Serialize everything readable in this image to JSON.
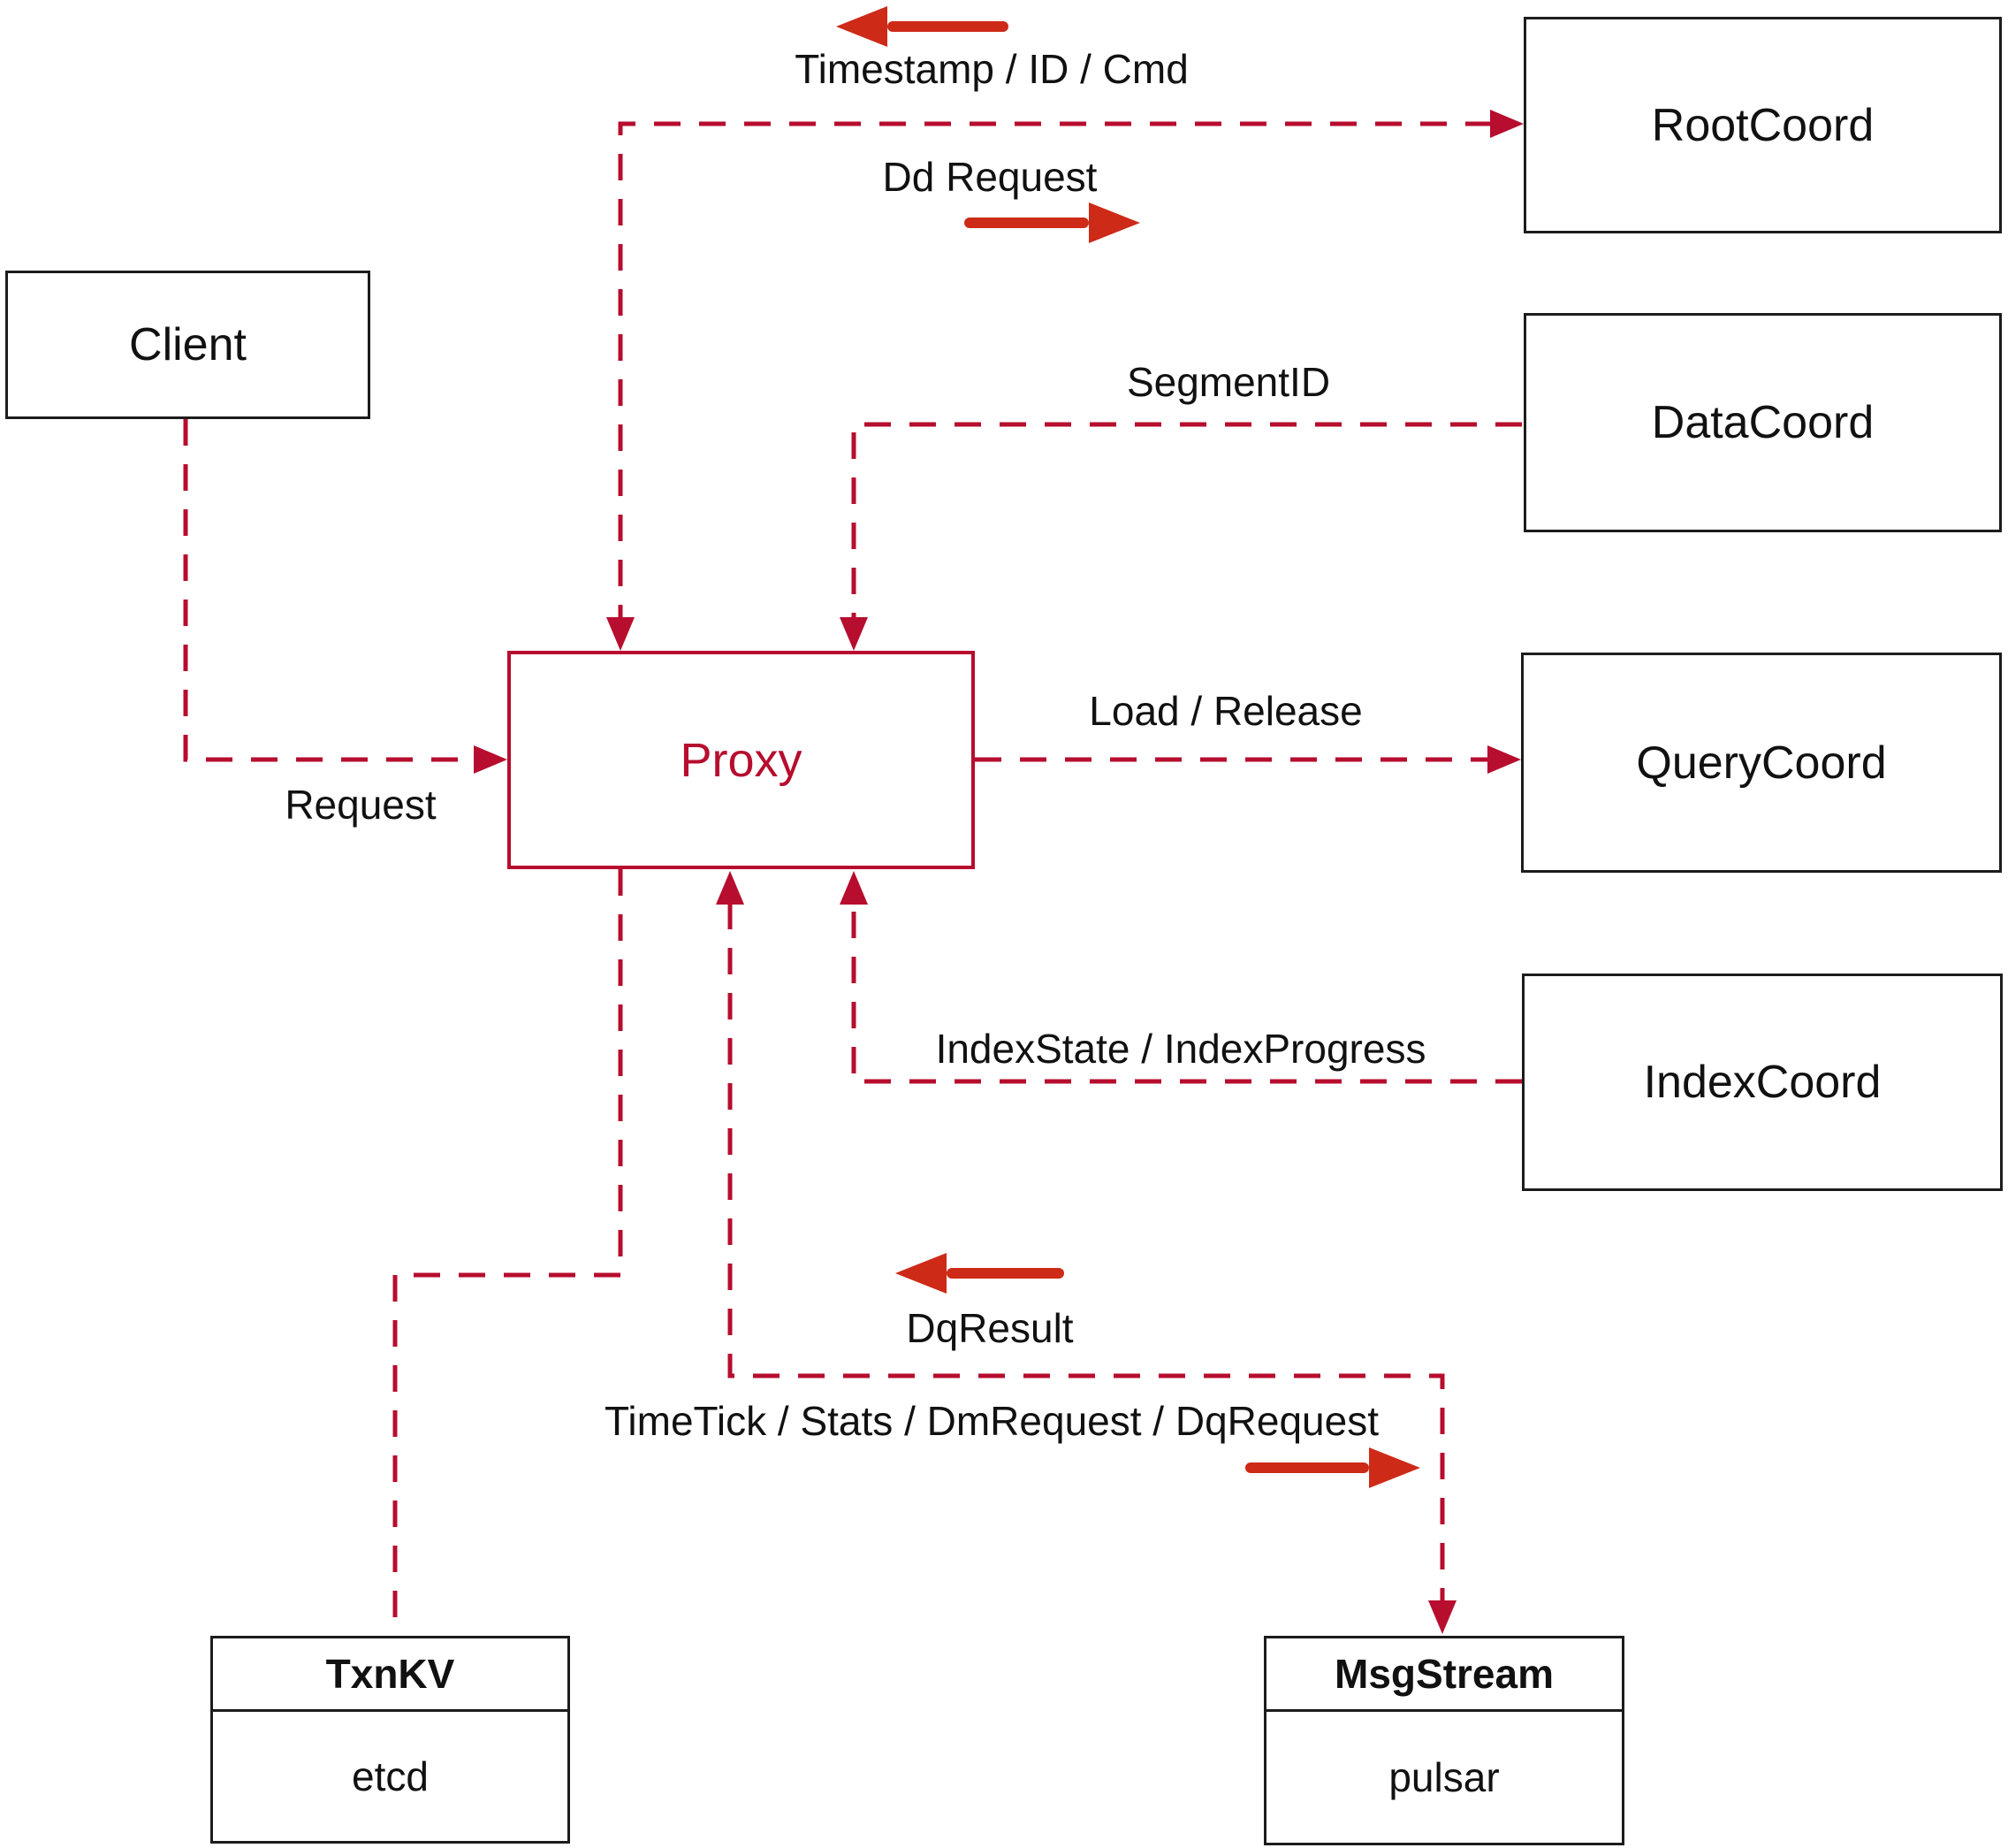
{
  "colors": {
    "crimson": "#b70d2e",
    "solid_arrow": "#cd2a17",
    "box_border": "#1c1c1c",
    "text": "#111111",
    "background": "#ffffff"
  },
  "nodes": {
    "client": {
      "label": "Client"
    },
    "proxy": {
      "label": "Proxy"
    },
    "root_coord": {
      "label": "RootCoord"
    },
    "data_coord": {
      "label": "DataCoord"
    },
    "query_coord": {
      "label": "QueryCoord"
    },
    "index_coord": {
      "label": "IndexCoord"
    },
    "txn_kv": {
      "title": "TxnKV",
      "subtitle": "etcd"
    },
    "msg_stream": {
      "title": "MsgStream",
      "subtitle": "pulsar"
    }
  },
  "edge_labels": {
    "timestamp_id_cmd": "Timestamp / ID / Cmd",
    "dd_request": "Dd Request",
    "segment_id": "SegmentID",
    "request": "Request",
    "load_release": "Load / Release",
    "index_state": "IndexState / IndexProgress",
    "dq_result": "DqResult",
    "time_tick": "TimeTick / Stats / DmRequest / DqRequest"
  }
}
